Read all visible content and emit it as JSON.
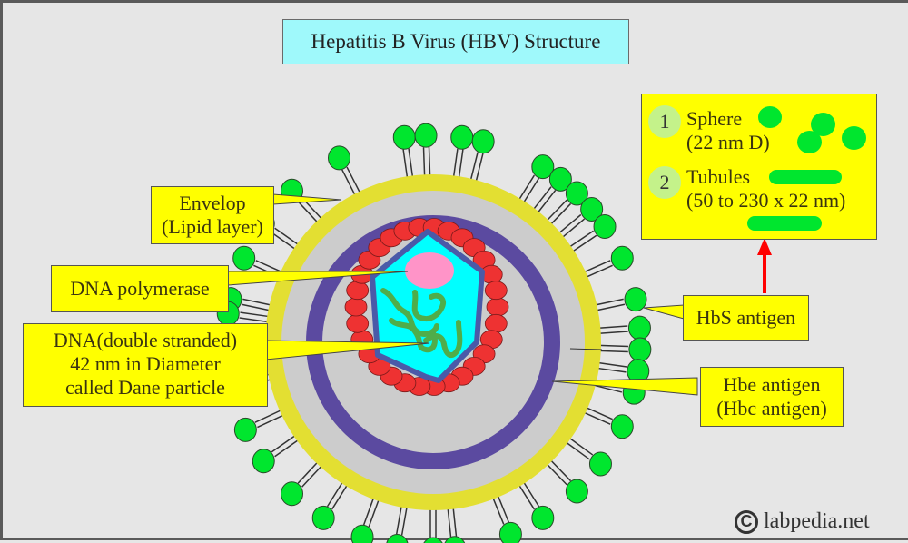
{
  "title": "Hepatitis B Virus (HBV) Structure",
  "labels": {
    "envelop": [
      "Envelop",
      "(Lipid layer)"
    ],
    "dna_polymerase": "DNA polymerase",
    "dna": [
      "DNA(double stranded)",
      "42 nm in Diameter",
      "called Dane particle"
    ],
    "hbs_antigen": "HbS antigen",
    "hbe_antigen": [
      "Hbe antigen",
      "(Hbc antigen)"
    ]
  },
  "legend": {
    "items": [
      {
        "number": "1",
        "name": "Sphere",
        "detail": "(22 nm D)"
      },
      {
        "number": "2",
        "name": "Tubules",
        "detail": "(50 to 230 x 22 nm)"
      }
    ]
  },
  "footer": {
    "copyright_symbol": "C",
    "site": "labpedia.net"
  },
  "colors": {
    "background": "#e6e6e6",
    "title_bg": "#9ff9fb",
    "label_bg": "#ffff00",
    "envelope": "#e3df32",
    "inner_gray": "#cccccc",
    "core_ring": "#5b4aa0",
    "capsid": "#00ffff",
    "capsid_border": "#4a5aa8",
    "polymerase": "#ff94c8",
    "dna_strand": "#4fad4a",
    "core_protein": "#ee3232",
    "surface_antigen": "#00e62e",
    "arrow": "#ff0000"
  }
}
